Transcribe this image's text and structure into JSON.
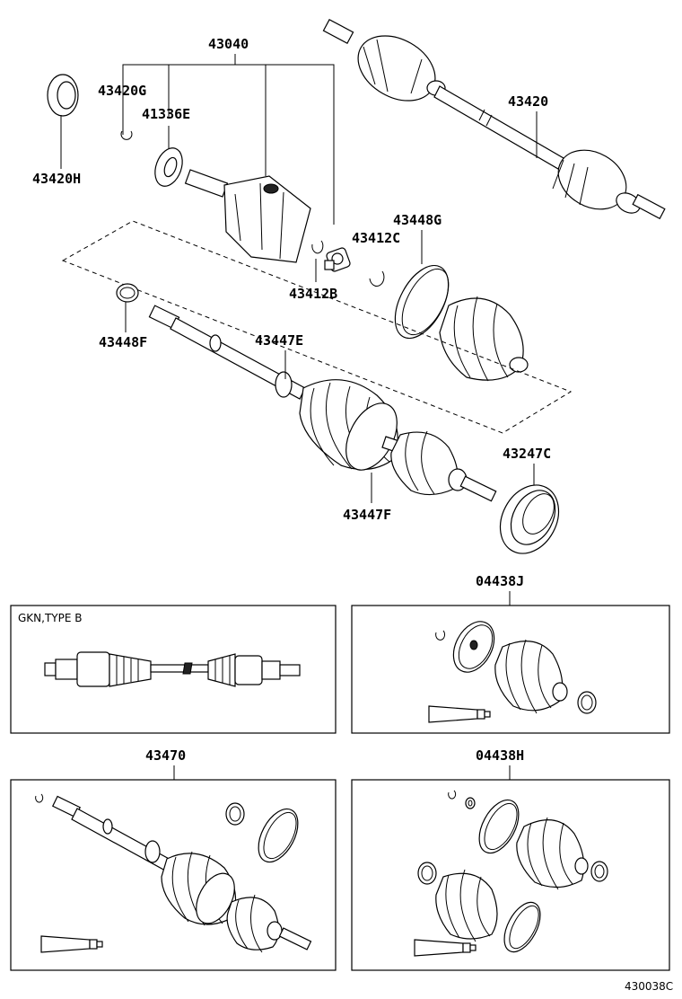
{
  "labels": {
    "p43040": "43040",
    "p43420G": "43420G",
    "p41336E": "41336E",
    "p43420H": "43420H",
    "p43420": "43420",
    "p43448G": "43448G",
    "p43412C": "43412C",
    "p43412B": "43412B",
    "p43448F": "43448F",
    "p43447E": "43447E",
    "p43247C": "43247C",
    "p43447F": "43447F",
    "p04438J": "04438J",
    "p43470": "43470",
    "p04438H": "04438H"
  },
  "box_gkn": {
    "caption": "GKN,TYPE B"
  },
  "figure_ref": "430038C",
  "icons": [
    "drive-shaft-icon",
    "oil-seal-icon",
    "snap-ring-icon",
    "bearing-icon",
    "outboard-joint-icon",
    "tripod-icon",
    "boot-icon",
    "boot-clamp-icon",
    "dust-deflector-icon",
    "grease-tube-icon"
  ]
}
